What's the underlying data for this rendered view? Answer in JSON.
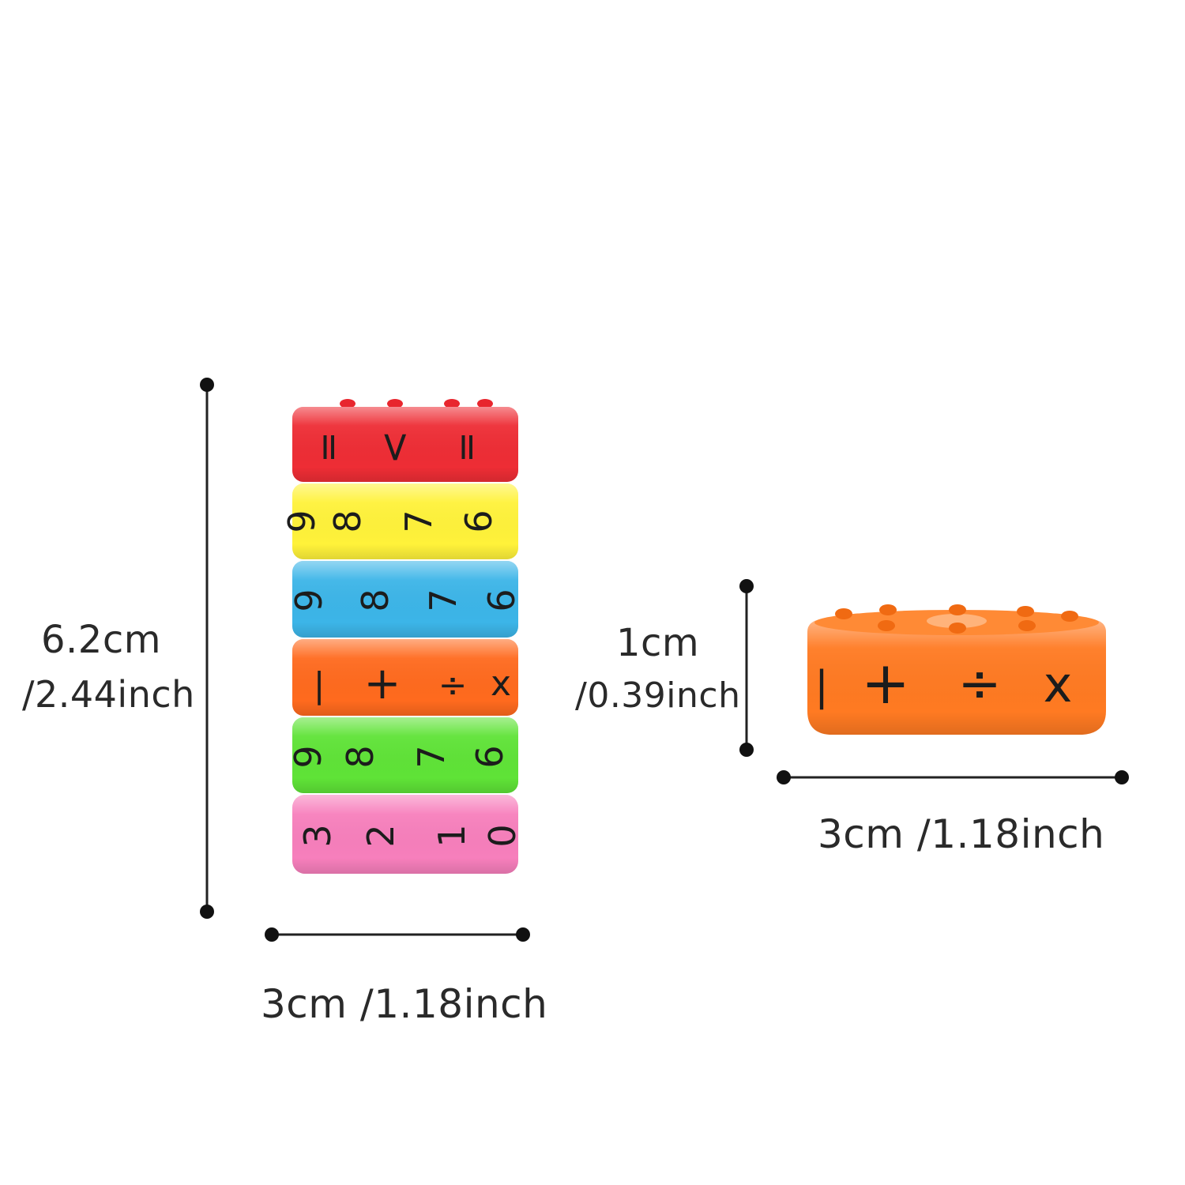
{
  "dimensions": {
    "stack_height": "6.2cm",
    "stack_height_in": "/2.44inch",
    "stack_width": "3cm /1.18inch",
    "piece_height": "1cm",
    "piece_height_in": "/0.39inch",
    "piece_width": "3cm /1.18inch"
  },
  "rings": [
    {
      "color": "#ee2d35",
      "symbols": [
        "=",
        ">",
        "="
      ]
    },
    {
      "color": "#fff23a",
      "symbols": [
        "9",
        "8",
        "7",
        "6"
      ]
    },
    {
      "color": "#3cb5e8",
      "symbols": [
        "9",
        "8",
        "7",
        "6"
      ]
    },
    {
      "color": "#ff6a1e",
      "symbols": [
        "|",
        "+",
        "÷",
        "x"
      ]
    },
    {
      "color": "#5fe337",
      "symbols": [
        "9",
        "8",
        "7",
        "6"
      ]
    },
    {
      "color": "#f77fbc",
      "symbols": [
        "3",
        "2",
        "1",
        "0"
      ]
    }
  ],
  "single_piece": {
    "color": "#ff7a22",
    "symbols": [
      "|",
      "+",
      "÷",
      "x"
    ]
  }
}
